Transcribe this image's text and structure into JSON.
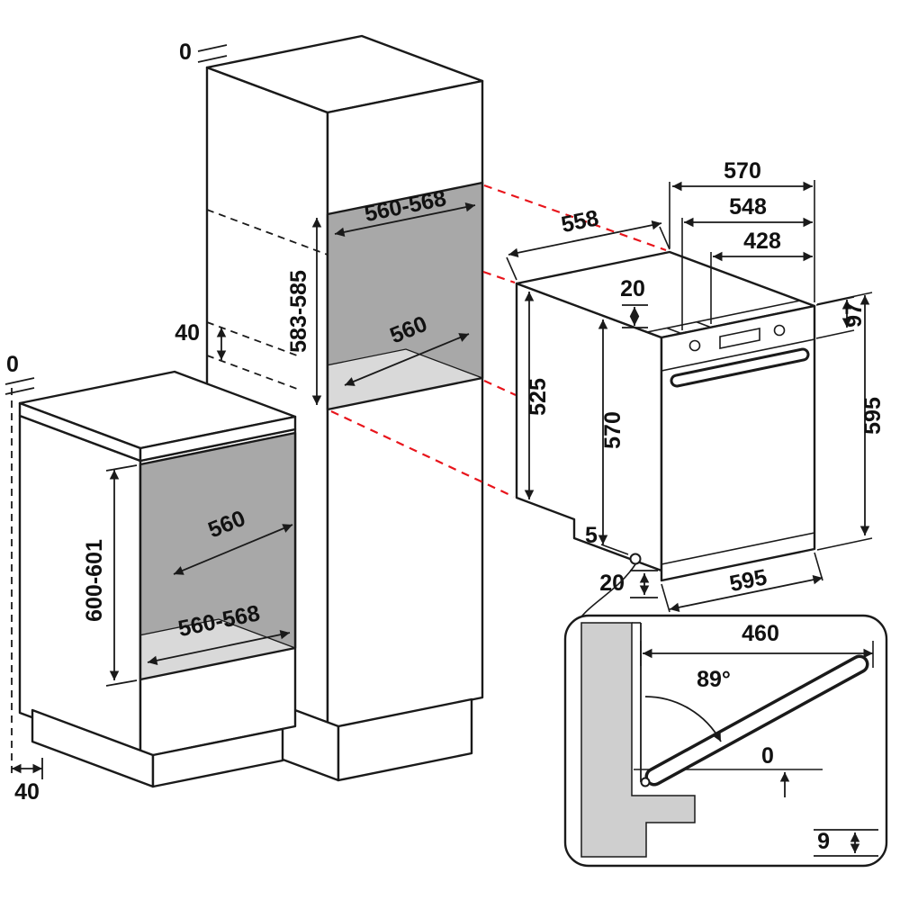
{
  "diagram": {
    "colors": {
      "line": "#1a1a1a",
      "projection": "#e8141b",
      "niche_back": "#a8a8a8",
      "niche_floor": "#d9d9d9",
      "section_fill": "#cfcfcf"
    }
  },
  "tall_cabinet": {
    "top_gap": "0",
    "niche_width": "560-568",
    "niche_height": "583-585",
    "niche_depth": "560",
    "vent_gap": "40"
  },
  "base_cabinet": {
    "worktop_gap": "0",
    "niche_depth": "560",
    "niche_height": "600-601",
    "niche_width": "560-568",
    "vent_gap": "40"
  },
  "oven": {
    "body_width_top": "570",
    "body_width_mid": "548",
    "body_width_back": "428",
    "body_depth": "558",
    "top_inset": "20",
    "control_panel_height": "97",
    "rear_height": "525",
    "front_height": "570",
    "overall_height": "595",
    "foot_callout": "5",
    "overall_width": "595",
    "bottom_inset": "20"
  },
  "door_detail": {
    "door_projection": "460",
    "opening_angle": "89°",
    "flush_gap": "0",
    "bottom_gap": "9"
  }
}
